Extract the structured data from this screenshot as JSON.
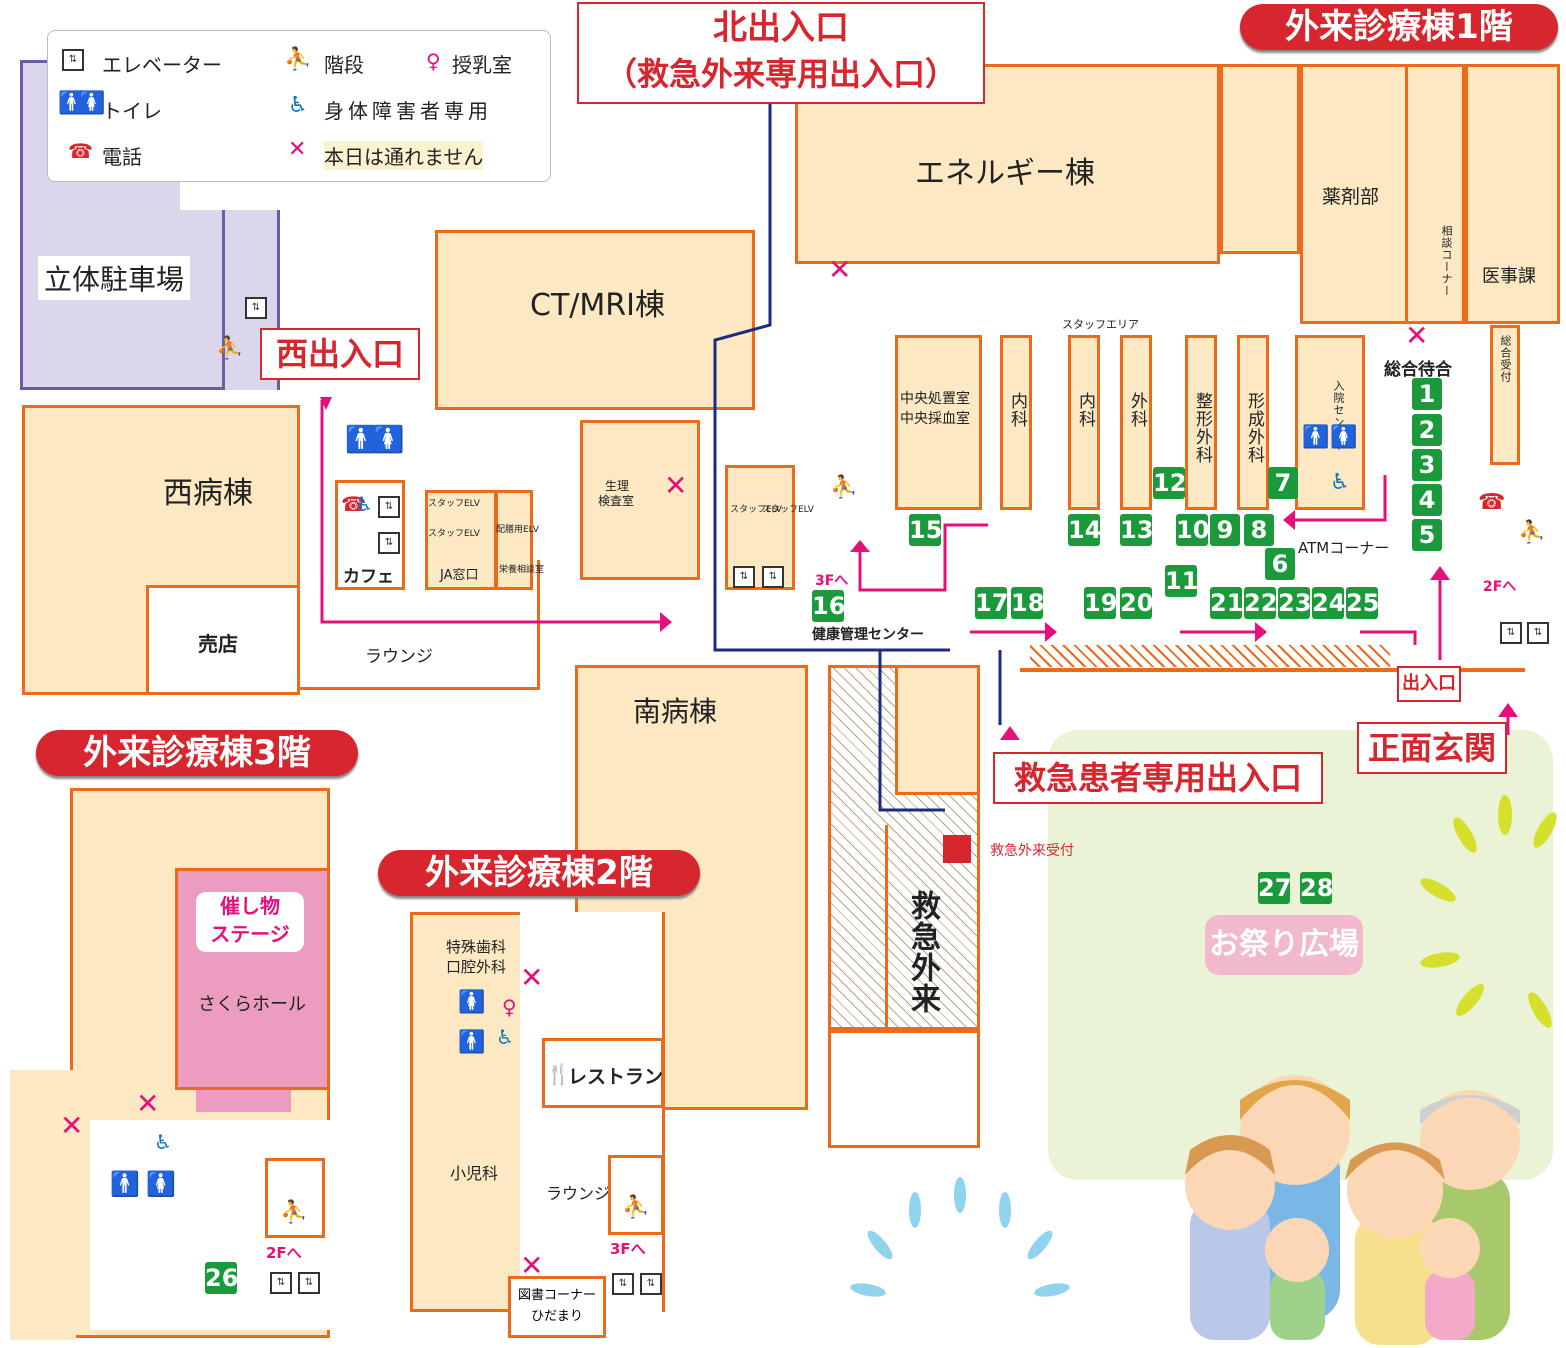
{
  "legend": {
    "elevator": "エレベーター",
    "stairs": "階段",
    "nursing": "授乳室",
    "toilet": "トイレ",
    "accessible": "身体障害者専用",
    "phone": "電話",
    "closed": "本日は通れません"
  },
  "floors": {
    "f1": "外来診療棟1階",
    "f2": "外来診療棟2階",
    "f3": "外来診療棟3階"
  },
  "entrances": {
    "north_line1": "北出入口",
    "north_line2": "（救急外来専用出入口）",
    "west": "西出入口",
    "emergency": "救急患者専用出入口",
    "main": "正面玄関",
    "exit": "出入口"
  },
  "buildings": {
    "parking": "立体駐車場",
    "energy": "エネルギー棟",
    "ctmri": "CT/MRI棟",
    "west_ward": "西病棟",
    "south_ward": "南病棟",
    "emergency_outpatient": "救急外来",
    "pharmacy": "薬剤部",
    "medical_affairs": "医事課",
    "consult_corner": "相談コーナー",
    "general_reception": "総合受付",
    "general_waiting": "総合待合",
    "staff_area": "スタッフエリア",
    "central_treatment1": "中央処置室",
    "central_treatment2": "中央採血室",
    "internal1": "内科",
    "internal2": "内科",
    "surgery": "外科",
    "orthopedics": "整形外科",
    "plastic": "形成外科",
    "admission": "入院センター",
    "atm": "ATMコーナー",
    "physiology1": "生理",
    "physiology2": "検査室",
    "staff_elv1": "スタッフELV",
    "staff_elv2": "スタッフELV",
    "staff_elv3": "スタッフELV",
    "staff_elv4": "スタッフELV",
    "distribution_elv": "配膳用ELV",
    "ja_window": "JA窓口",
    "nutrition": "栄養相談室",
    "cafe": "カフェ",
    "shop": "売店",
    "lounge": "ラウンジ",
    "health_center": "健康管理センター",
    "to3f": "3Fへ",
    "to2f": "2Fへ",
    "er_reception": "救急外来受付",
    "festival": "お祭り広場"
  },
  "numbers": [
    "1",
    "2",
    "3",
    "4",
    "5",
    "6",
    "7",
    "8",
    "9",
    "10",
    "11",
    "12",
    "13",
    "14",
    "15",
    "16",
    "17",
    "18",
    "19",
    "20",
    "21",
    "22",
    "23",
    "24",
    "25",
    "26",
    "27",
    "28"
  ],
  "floor2": {
    "dental1": "特殊歯科",
    "dental2": "口腔外科",
    "restaurant": "レストラン",
    "pediatrics": "小児科",
    "lounge": "ラウンジ",
    "to3f": "3Fへ",
    "library1": "図書コーナー",
    "library2": "ひだまり"
  },
  "floor3": {
    "stage1": "催し物",
    "stage2": "ステージ",
    "hall": "さくらホール",
    "to2f": "2Fへ"
  },
  "colors": {
    "wall": "#ec6a1a",
    "room": "#fce9c4",
    "parking": "#dcd6ec",
    "red": "#d7262d",
    "pink": "#e4107c",
    "green": "#1a9a3a",
    "navy": "#1c2a80",
    "plaza": "#eaf3d6"
  }
}
